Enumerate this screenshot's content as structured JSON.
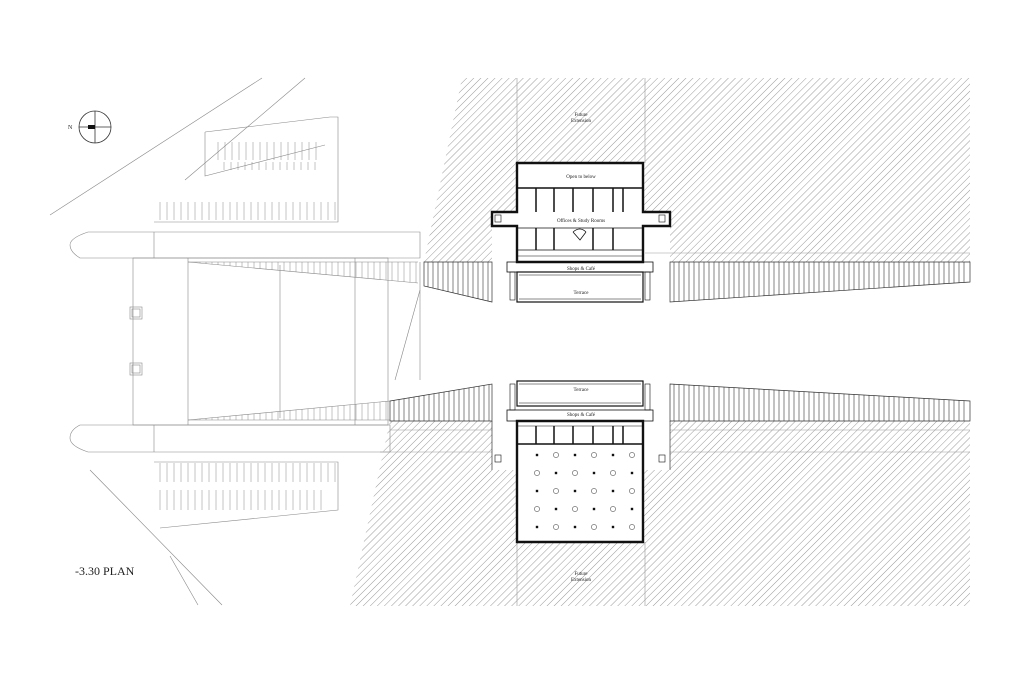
{
  "north_label": "N",
  "plan_title": "-3.30 PLAN",
  "labels": {
    "future_extension_top": [
      "Future",
      "Extension"
    ],
    "open_to_below": "Open to below",
    "offices_study": "Offices & Study Rooms",
    "shops_cafe_top": "Shops & Café",
    "terrace_top": "Terrace",
    "terrace_bottom": "Terrace",
    "shops_cafe_bottom": "Shops & Café",
    "future_extension_bottom": [
      "Future",
      "Extension"
    ]
  }
}
